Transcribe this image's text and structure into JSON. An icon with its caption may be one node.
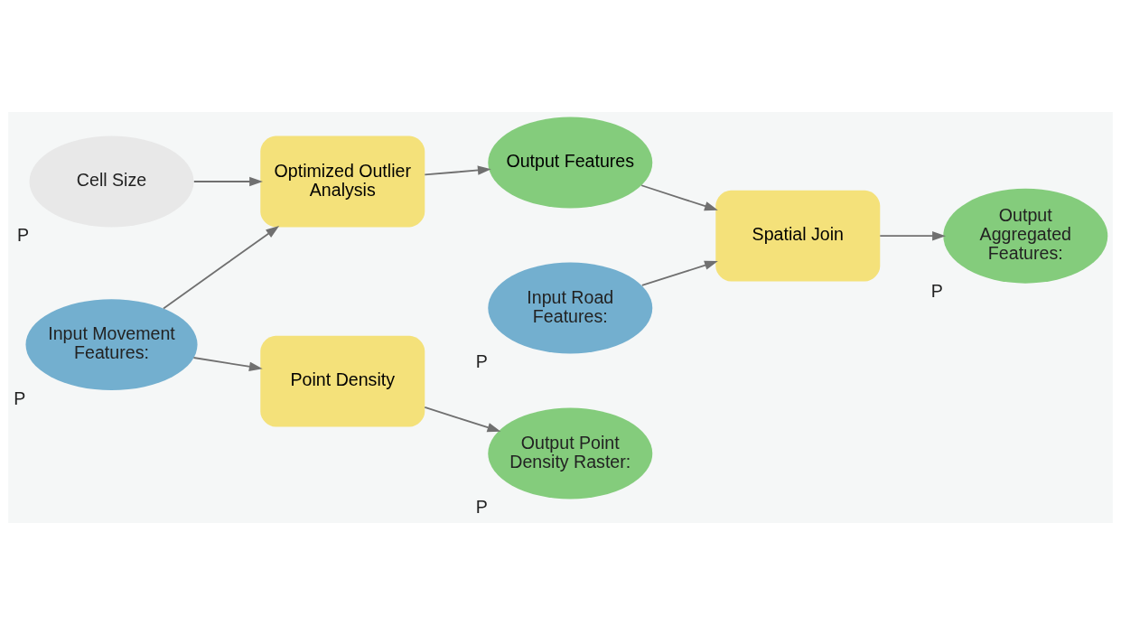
{
  "diagram": {
    "nodes": [
      {
        "text": [
          "Cell Size"
        ],
        "beside": [
          "P"
        ]
      },
      {
        "text": [
          "Optimized Outlier Analysis"
        ]
      },
      {
        "text": [
          "Output Features"
        ]
      },
      {
        "text": [
          "Spatial Join"
        ]
      },
      {
        "text": [
          "Output Aggregated Features:"
        ],
        "beside": [
          "P"
        ]
      },
      {
        "text": [
          "Input Movement Features:"
        ],
        "beside": [
          "P"
        ]
      },
      {
        "text": [
          "Input Road Features:"
        ],
        "beside": [
          "P"
        ]
      },
      {
        "text": [
          "Point Density"
        ]
      },
      {
        "text": [
          "Output Point Density Raster:"
        ],
        "beside": [
          "P"
        ]
      }
    ],
    "edges": [
      {
        "from": 0,
        "to": 1,
        "arrow": "to"
      },
      {
        "from": 5,
        "to": 1,
        "arrow": "to"
      },
      {
        "from": 1,
        "to": 2,
        "arrow": "to"
      },
      {
        "from": 2,
        "to": 3,
        "arrow": "to"
      },
      {
        "from": 6,
        "to": 3,
        "arrow": "to"
      },
      {
        "from": 3,
        "to": 4,
        "arrow": "to"
      },
      {
        "from": 5,
        "to": 7,
        "arrow": "to"
      },
      {
        "from": 7,
        "to": 8,
        "arrow": "to"
      }
    ]
  }
}
